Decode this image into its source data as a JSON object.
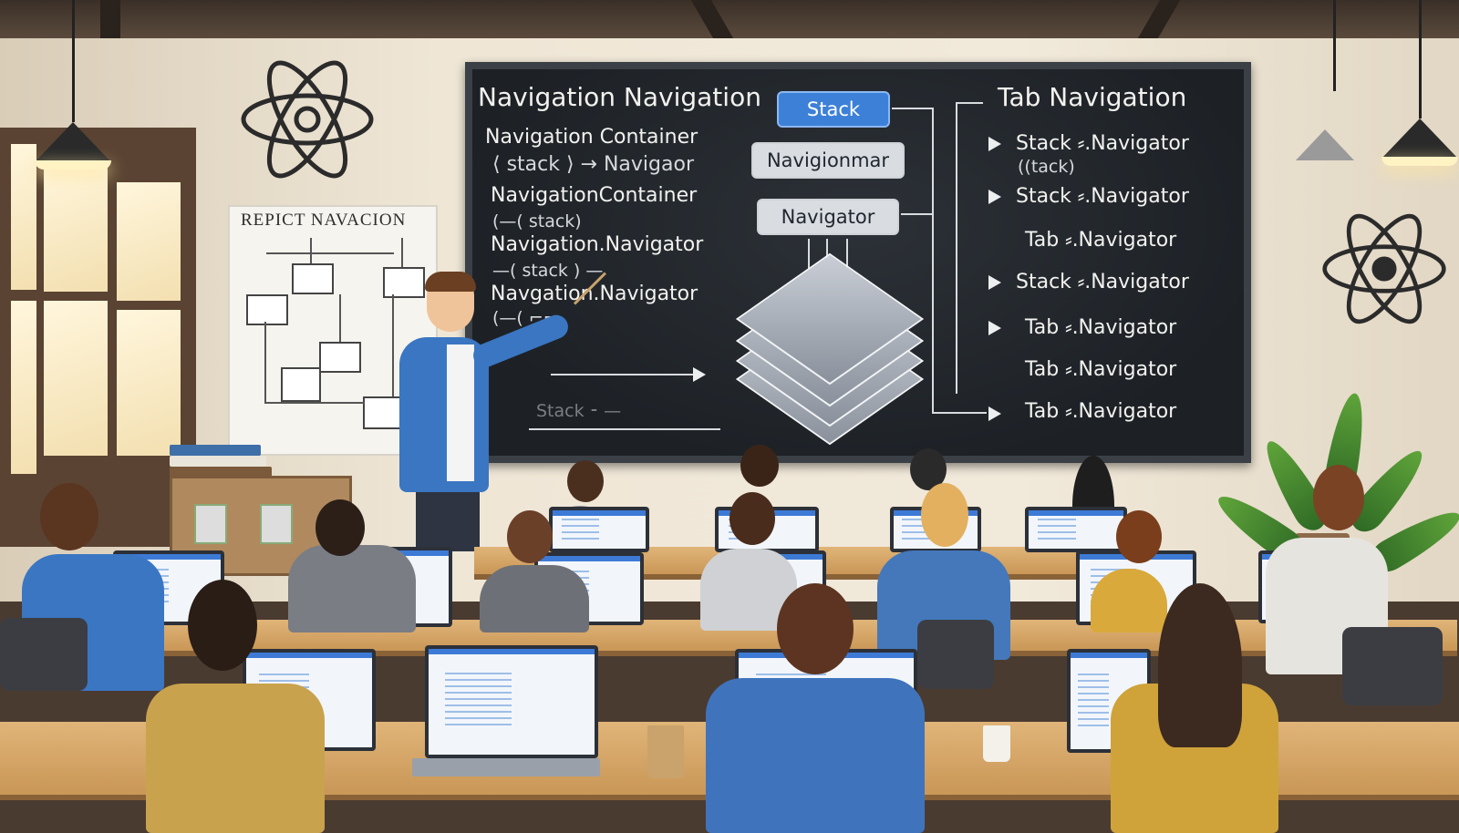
{
  "poster": {
    "title": "REPICT NAVACION"
  },
  "board": {
    "left_heading": "Navigation Navigation",
    "left_lines": [
      "Navigation Container",
      "⟨ stack ⟩ → Navigaor",
      "NavigationContainer",
      "(—( stack)",
      "Navigation.Navigator",
      "—( stack ) —",
      "Navgation.Navigator",
      "(—( ⌐⌐"
    ],
    "center_nodes": [
      "Stack",
      "Navigionmar",
      "Navigator"
    ],
    "right_heading": "Tab Navigation",
    "right_items": [
      "Stack ⸗.Navigator",
      "Stack ⸗.Navigator",
      "Tab ⸗.Navigator",
      "Stack ⸗.Navigator",
      "Tab ⸗.Navigator",
      "Tab ⸗.Navigator",
      "Tab ⸗.Navigator"
    ],
    "right_sub": "((tack)",
    "lower_left_text": "Stack ⁃ —"
  },
  "colors": {
    "board": "#22272d",
    "accent_blue": "#3d80d8",
    "desk": "#d9a868",
    "hoodie_blue": "#3a76c2"
  },
  "icons": [
    "react-atom-icon",
    "react-atom-icon",
    "pendant-lamp-icon",
    "pendant-lamp-icon",
    "pendant-lamp-icon"
  ]
}
